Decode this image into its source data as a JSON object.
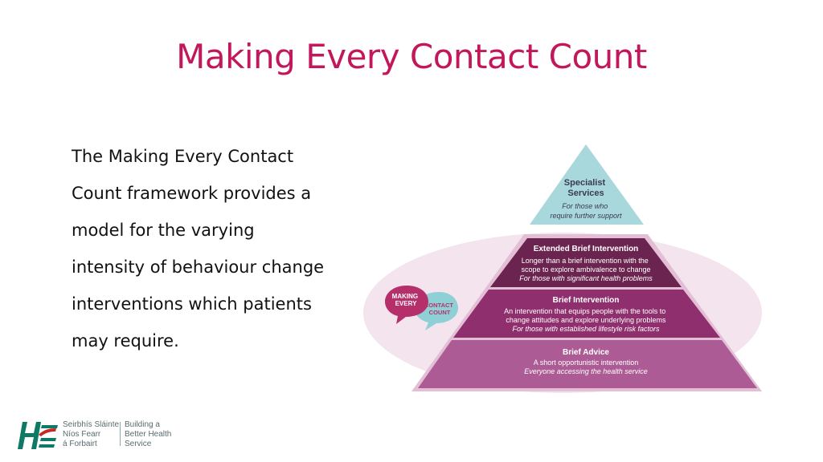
{
  "slide": {
    "title": "Making Every Contact Count",
    "body_lines": [
      "The Making Every Contact",
      "Count framework provides a",
      "model for the varying",
      "intensity of behaviour change",
      "interventions which patients",
      "may require."
    ]
  },
  "pyramid": {
    "levels": [
      {
        "title_lines": [
          "Specialist",
          "Services"
        ],
        "desc_lines": [],
        "italic_lines": [
          "For those who",
          "require further support"
        ],
        "color": "#a9d8dc"
      },
      {
        "title_lines": [
          "Extended Brief Intervention"
        ],
        "desc_lines": [
          "Longer than a brief intervention with the",
          "scope to explore ambivalence to change"
        ],
        "italic_lines": [
          "For those with significant health problems"
        ],
        "color": "#6b2450"
      },
      {
        "title_lines": [
          "Brief Intervention"
        ],
        "desc_lines": [
          "An intervention that equips people with the tools to",
          "change attitudes and explore underlying problems"
        ],
        "italic_lines": [
          "For those with established lifestyle risk factors"
        ],
        "color": "#8f2f6e"
      },
      {
        "title_lines": [
          "Brief Advice"
        ],
        "desc_lines": [
          "A short opportunistic intervention"
        ],
        "italic_lines": [
          "Everyone accessing the health service"
        ],
        "color": "#ac5b94"
      }
    ],
    "bubble_left_lines": [
      "MAKING",
      "EVERY"
    ],
    "bubble_right_lines": [
      "CONTACT",
      "COUNT"
    ],
    "colors": {
      "ellipse": "#f3e4ee",
      "bubble_left": "#b5306b",
      "bubble_right": "#8fd0d6"
    }
  },
  "footer": {
    "org_lines": [
      "Seirbhís Sláinte",
      "Níos Fearr",
      "á Forbairt"
    ],
    "tagline_lines": [
      "Building a",
      "Better Health",
      "Service"
    ],
    "colors": {
      "logo_green": "#0f7a63",
      "logo_red": "#c62828"
    }
  }
}
